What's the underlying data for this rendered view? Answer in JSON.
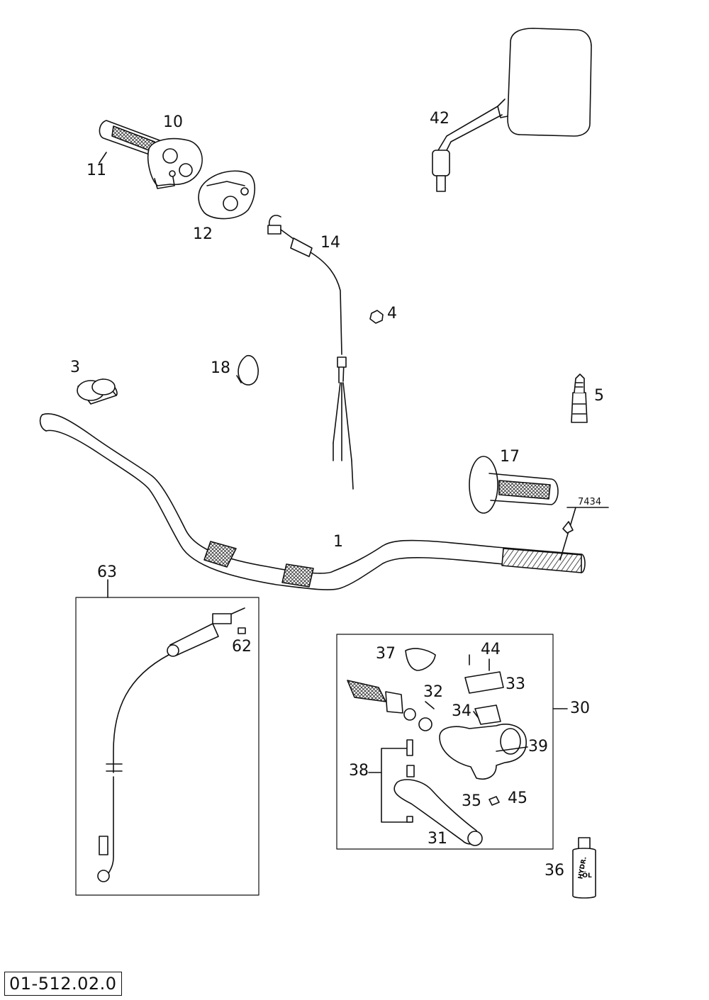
{
  "diagram": {
    "document_code": "01-512.02.0",
    "reference_code": "7434",
    "callouts": {
      "p1": "1",
      "p3": "3",
      "p4": "4",
      "p5": "5",
      "p10": "10",
      "p11": "11",
      "p12": "12",
      "p14": "14",
      "p17": "17",
      "p18": "18",
      "p30": "30",
      "p31": "31",
      "p32": "32",
      "p33": "33",
      "p34": "34",
      "p35": "35",
      "p36": "36",
      "p37": "37",
      "p38": "38",
      "p39": "39",
      "p42": "42",
      "p44": "44",
      "p45": "45",
      "p62": "62",
      "p63": "63"
    },
    "bottle_label_line1": "HYDR.",
    "bottle_label_line2": "ÖL"
  }
}
